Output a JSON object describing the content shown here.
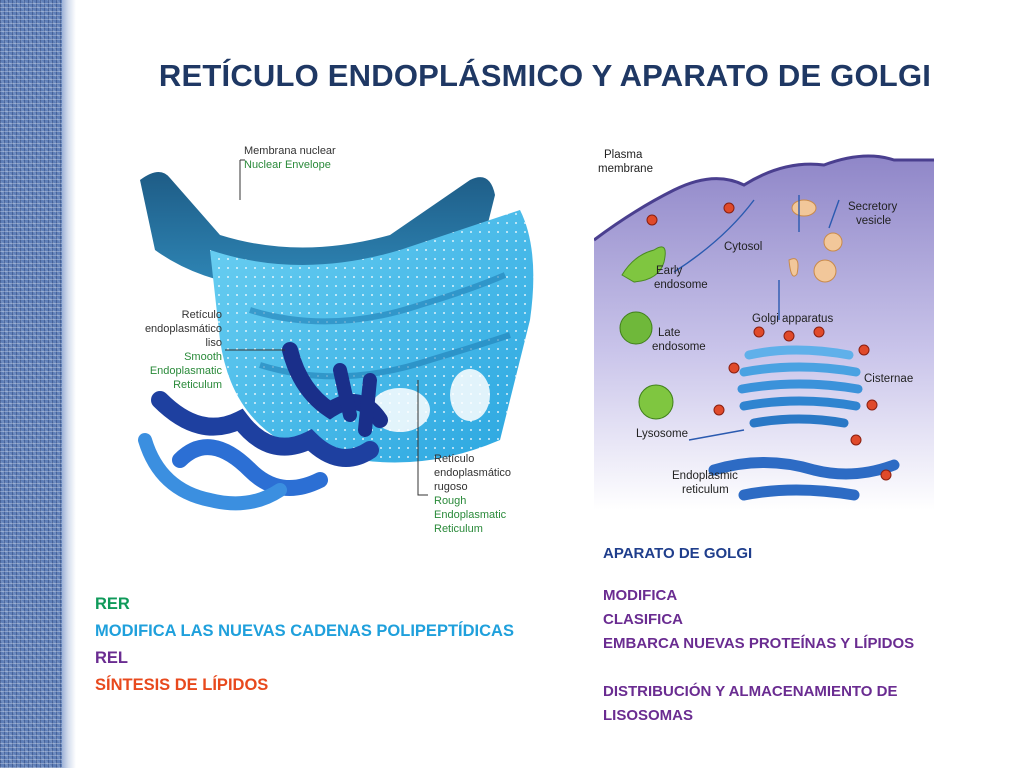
{
  "slide": {
    "title": "RETÍCULO ENDOPLÁSMICO Y APARATO DE GOLGI"
  },
  "er_figure": {
    "labels": {
      "nuclear_es": "Membrana nuclear",
      "nuclear_en": "Nuclear Envelope",
      "smooth_es_1": "Retículo",
      "smooth_es_2": "endoplasmático",
      "smooth_es_3": "liso",
      "smooth_en_1": "Smooth",
      "smooth_en_2": "Endoplasmatic",
      "smooth_en_3": "Reticulum",
      "rough_es_1": "Retículo",
      "rough_es_2": "endoplasmático",
      "rough_es_3": "rugoso",
      "rough_en_1": "Rough",
      "rough_en_2": "Endoplasmatic",
      "rough_en_3": "Reticulum"
    }
  },
  "golgi_figure": {
    "labels": {
      "plasma_1": "Plasma",
      "plasma_2": "membrane",
      "cytosol": "Cytosol",
      "secretory_1": "Secretory",
      "secretory_2": "vesicle",
      "early_1": "Early",
      "early_2": "endosome",
      "late_1": "Late",
      "late_2": "endosome",
      "golgi": "Golgi apparatus",
      "cisternae": "Cisternae",
      "lysosome": "Lysosome",
      "er_1": "Endoplasmic",
      "er_2": "reticulum"
    }
  },
  "left_notes": {
    "rer": "RER",
    "rer_desc": "MODIFICA LAS NUEVAS CADENAS POLIPEPTÍDICAS",
    "rel": "REL",
    "rel_desc": "SÍNTESIS DE LÍPIDOS"
  },
  "right_notes": {
    "heading": "APARATO DE GOLGI",
    "item1": "MODIFICA",
    "item2": "CLASIFICA",
    "item3": "EMBARCA NUEVAS PROTEÍNAS Y LÍPIDOS",
    "item4_line1": "DISTRIBUCIÓN Y ALMACENAMIENTO DE",
    "item4_line2": "LISOSOMAS"
  },
  "colors": {
    "title": "#1f3864",
    "rer": "#0f9a5a",
    "modifica": "#1fa0dc",
    "rel": "#6a2c91",
    "sintesis": "#e8491d",
    "golgi_heading": "#1f3e8c"
  }
}
